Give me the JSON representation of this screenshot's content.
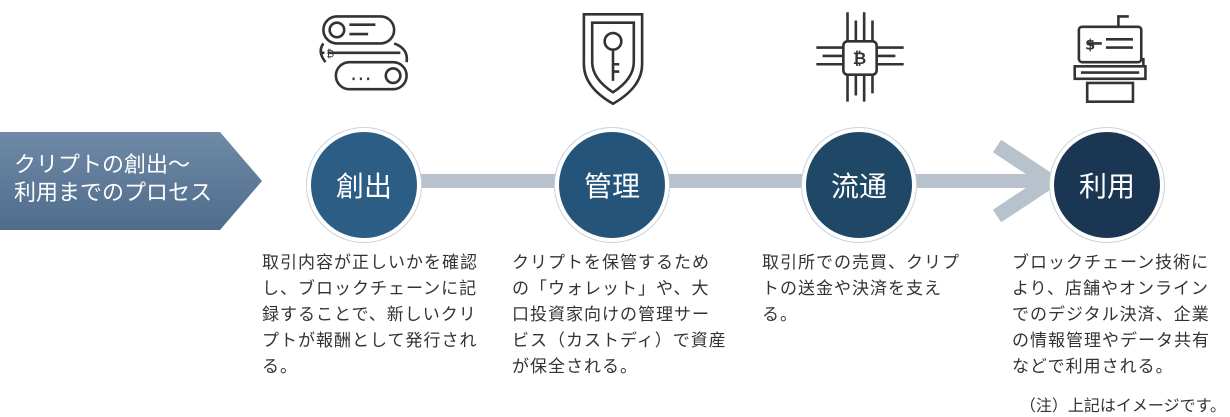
{
  "banner": {
    "title": "クリプトの創出～\n利用までのプロセス"
  },
  "colors": {
    "step1": "#2c5d85",
    "step2": "#24547a",
    "step3": "#1f4766",
    "step4": "#1b3653",
    "connector": "#b8c2cc"
  },
  "steps": [
    {
      "label": "創出",
      "icon": "bitcoin-wallet-icon",
      "description": "取引内容が正しいかを確認し、ブロックチェーンに記録することで、新しいクリプトが報酬として発行される。"
    },
    {
      "label": "管理",
      "icon": "key-shield-icon",
      "description": "クリプトを保管するための「ウォレット」や、大口投資家向けの管理サービス（カストディ）で資産が保全される。"
    },
    {
      "label": "流通",
      "icon": "bitcoin-chip-icon",
      "description": "取引所での売買、クリプトの送金や決済を支える。"
    },
    {
      "label": "利用",
      "icon": "payment-terminal-icon",
      "description": "ブロックチェーン技術により、店舗やオンラインでのデジタル決済、企業の情報管理やデータ共有などで利用される。"
    }
  ],
  "note": "（注）上記はイメージです。"
}
